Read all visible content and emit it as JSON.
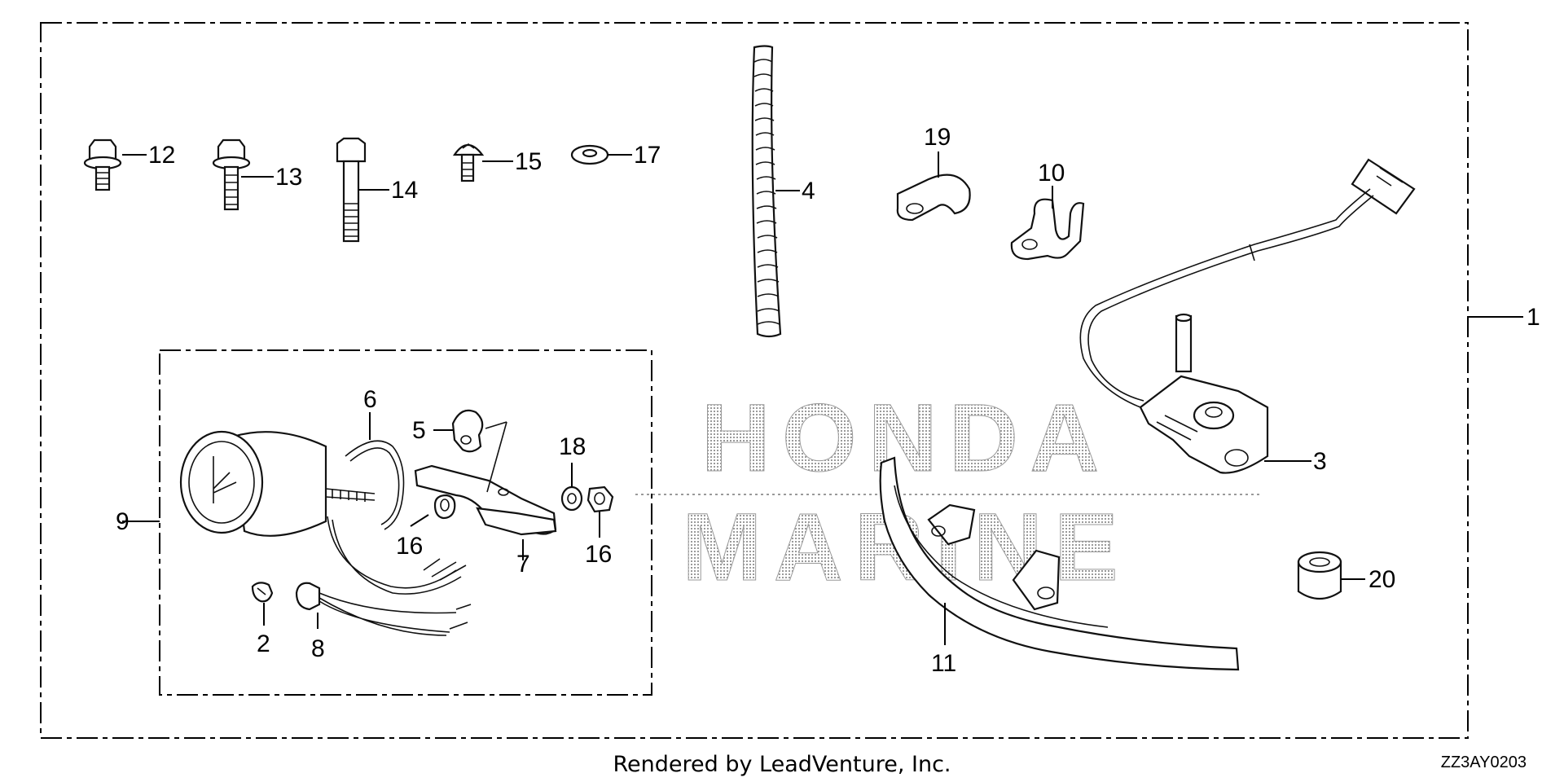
{
  "watermark": {
    "line1": "HONDA",
    "line2": "MARINE"
  },
  "callouts": {
    "c1": "1",
    "c2": "2",
    "c3": "3",
    "c4": "4",
    "c5": "5",
    "c6": "6",
    "c7": "7",
    "c8": "8",
    "c9": "9",
    "c10": "10",
    "c11": "11",
    "c12": "12",
    "c13": "13",
    "c14": "14",
    "c15": "15",
    "c16a": "16",
    "c16b": "16",
    "c17": "17",
    "c18": "18",
    "c19": "19",
    "c20": "20"
  },
  "footer": {
    "rendered_by": "Rendered by LeadVenture, Inc.",
    "diagram_code": "ZZ3AY0203"
  },
  "colors": {
    "line": "#000000",
    "watermark": "#b8b8b8",
    "background": "#ffffff"
  }
}
